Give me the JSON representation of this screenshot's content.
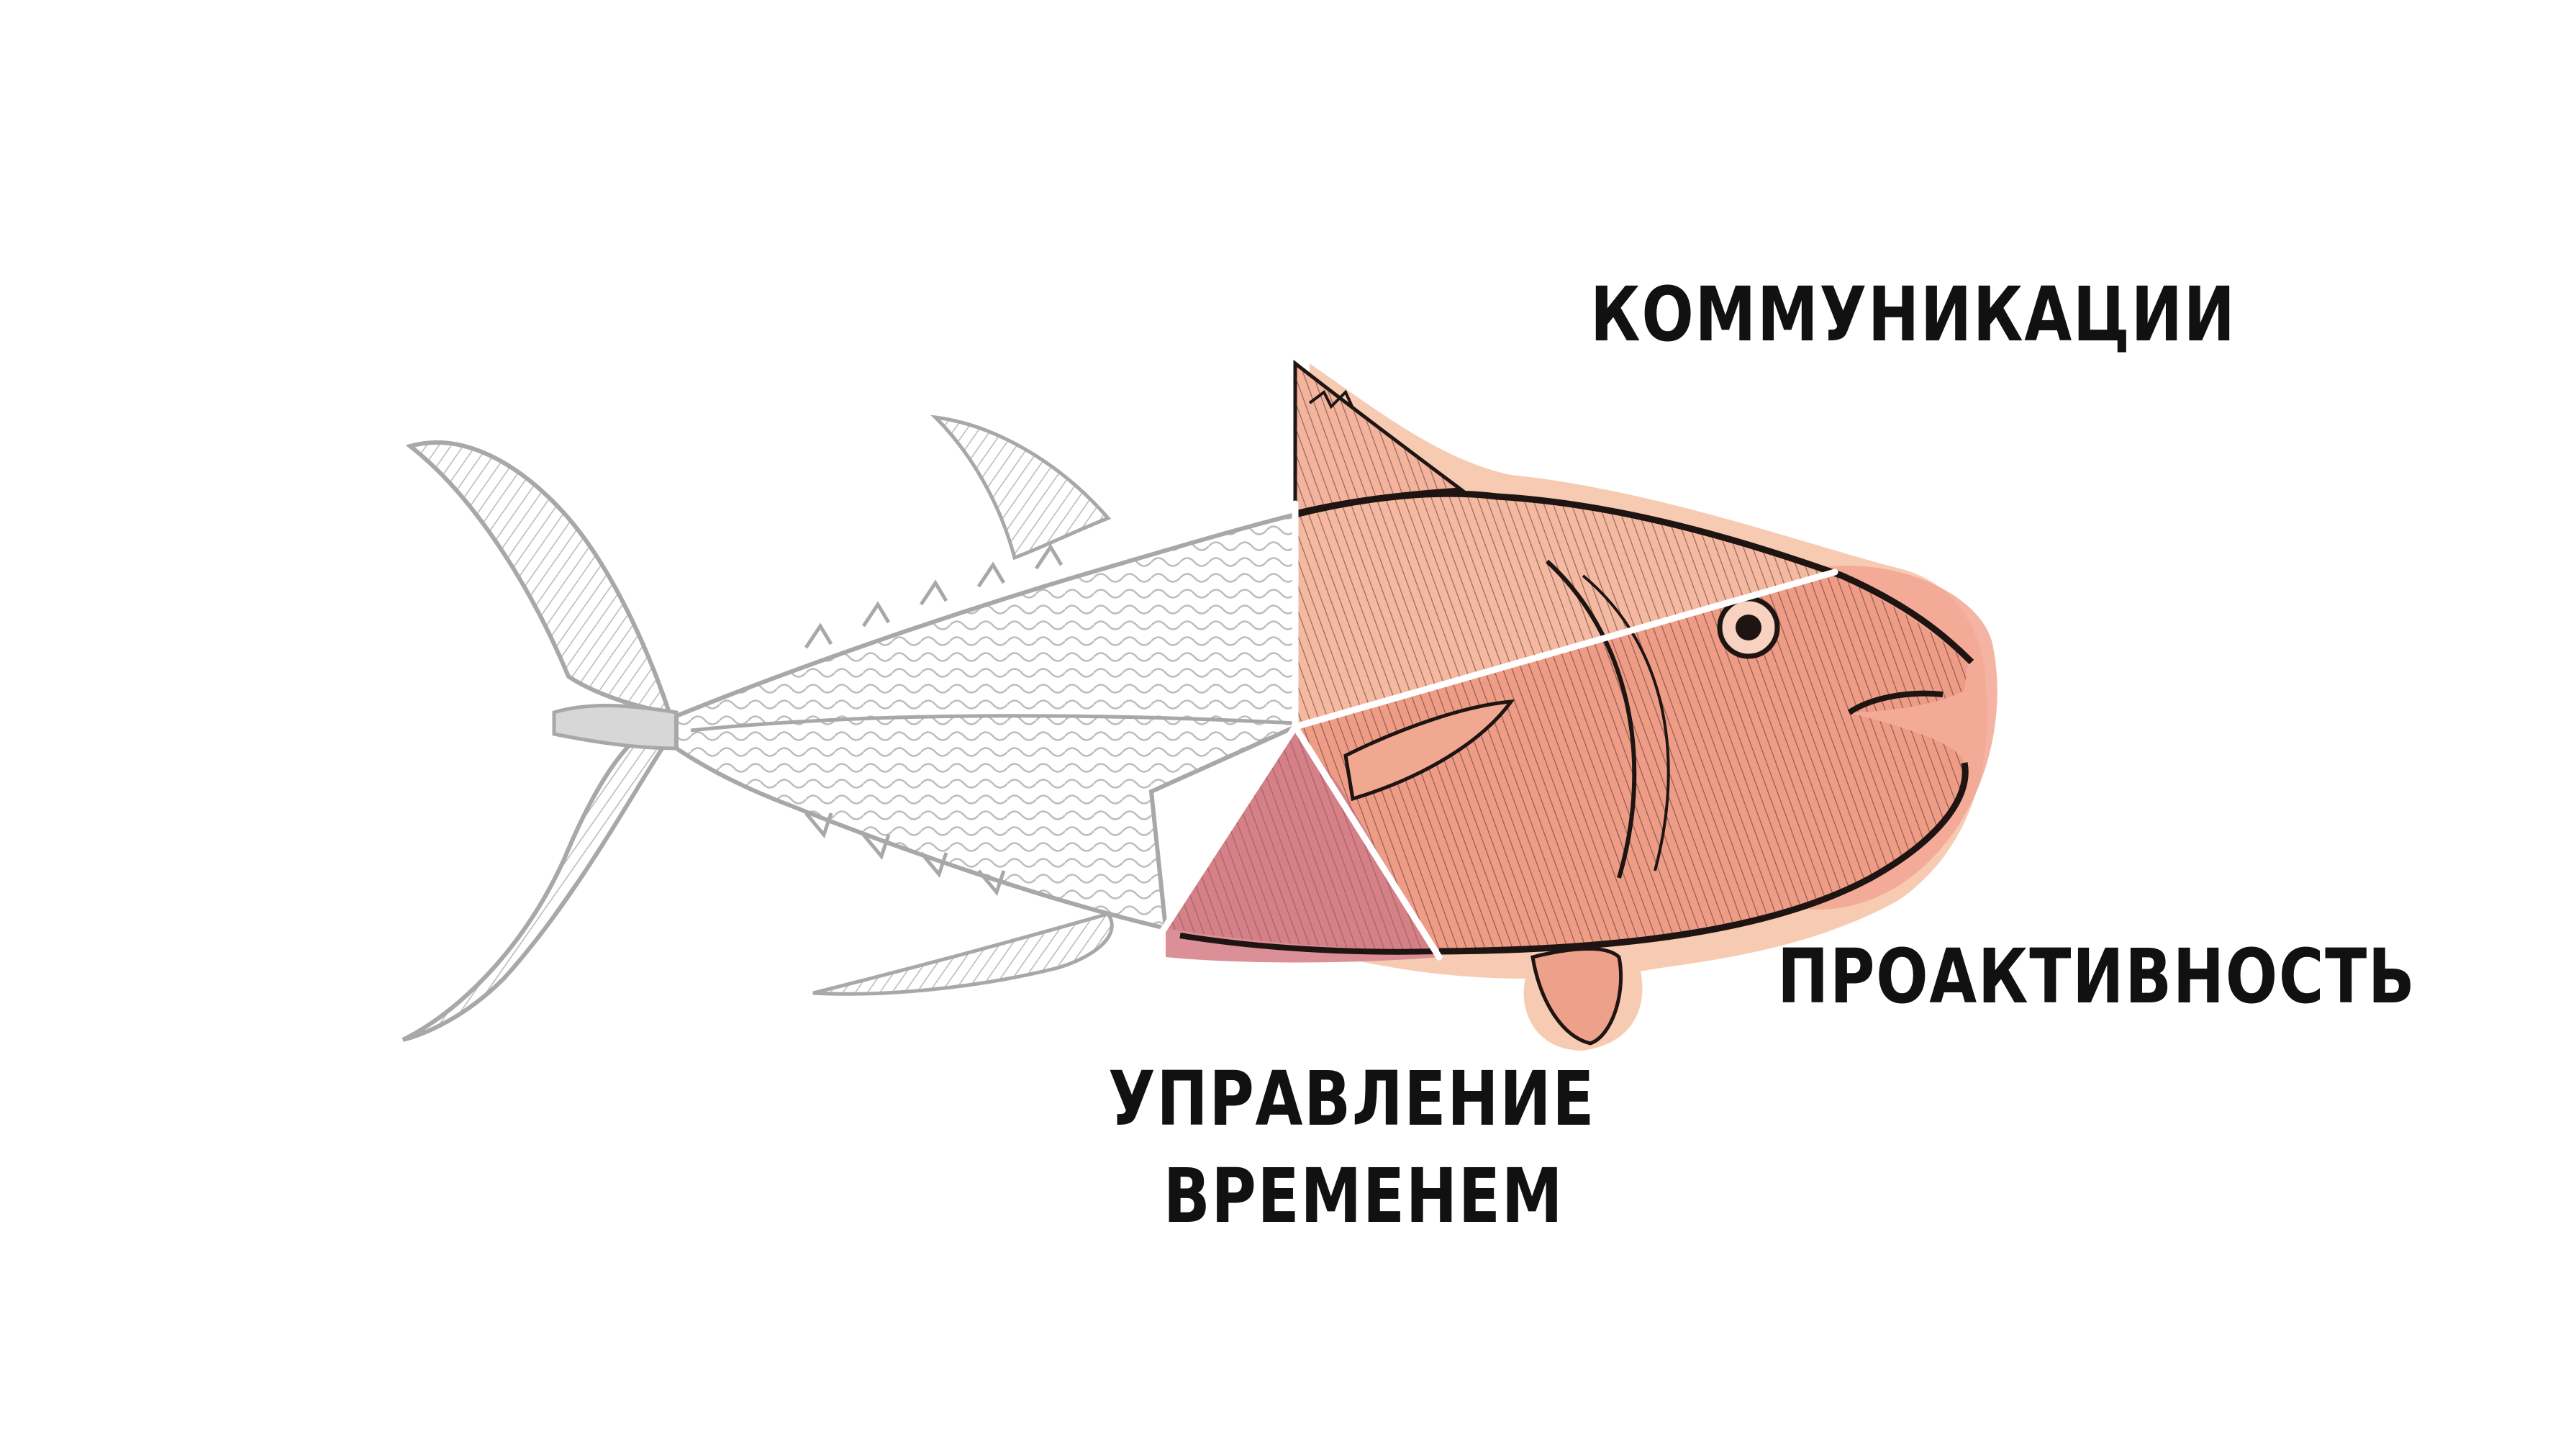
{
  "labels": {
    "communications": "КОММУНИКАЦИИ",
    "proactivity": "ПРОАКТИВНОСТЬ",
    "time_management_line1": "УПРАВЛЕНИЕ",
    "time_management_line2": "ВРЕМЕНЕМ"
  },
  "colors": {
    "background": "#ffffff",
    "outline_grey": "#a8a8a8",
    "segment_peach": "#f6c4a8",
    "segment_salmon": "#ef9a88",
    "segment_rose": "#d9828a",
    "ink": "#111111"
  }
}
